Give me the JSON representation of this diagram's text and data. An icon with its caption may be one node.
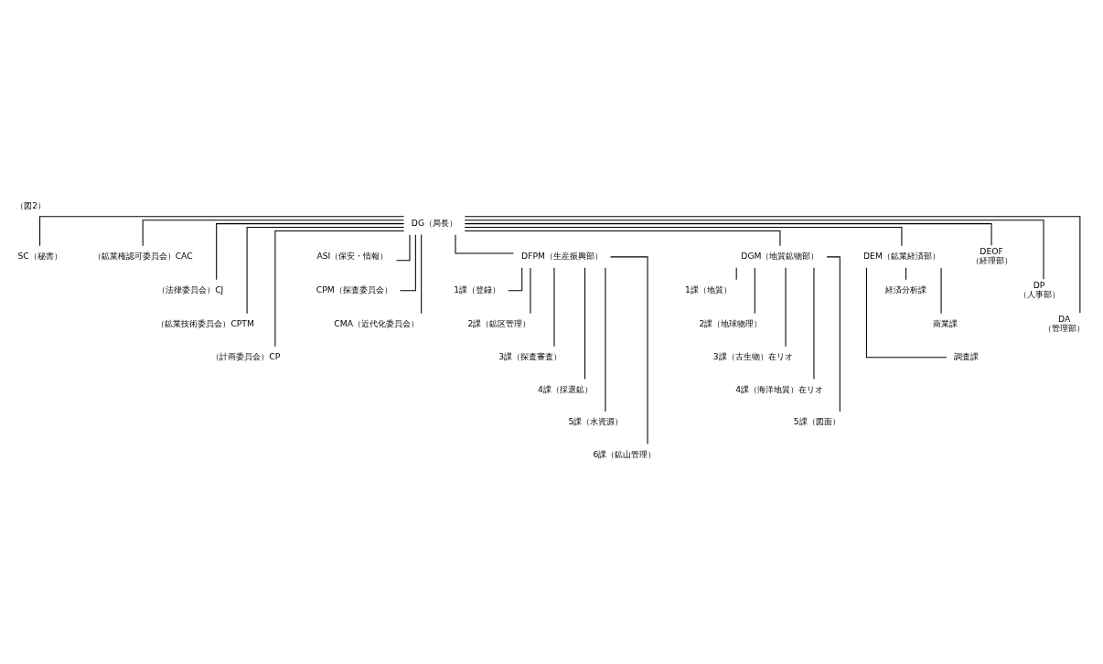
{
  "diagram": {
    "title": "（図2）",
    "nodes": [
      {
        "text": [
          "DG（局長）"
        ]
      },
      {
        "text": [
          "SC（秘書）"
        ]
      },
      {
        "text": [
          "（鉱業権認可委員会）CAC"
        ]
      },
      {
        "text": [
          "（法律委員会）CJ"
        ]
      },
      {
        "text": [
          "（鉱業技術委員会）CPTM"
        ]
      },
      {
        "text": [
          "（計画委員会）CP"
        ]
      },
      {
        "text": [
          "ASI（保安・情報）"
        ]
      },
      {
        "text": [
          "CPM（探査委員会）"
        ]
      },
      {
        "text": [
          "CMA（近代化委員会）"
        ]
      },
      {
        "text": [
          "DFPM（生産振興部）"
        ]
      },
      {
        "text": [
          "1課（登録）"
        ]
      },
      {
        "text": [
          "2課（鉱区管理）"
        ]
      },
      {
        "text": [
          "3課（探査審査）"
        ]
      },
      {
        "text": [
          "4課（採選鉱）"
        ]
      },
      {
        "text": [
          "5課（水資源）"
        ]
      },
      {
        "text": [
          "6課（鉱山管理）"
        ]
      },
      {
        "text": [
          "DGM（地質鉱物部）"
        ]
      },
      {
        "text": [
          "1課（地質）"
        ]
      },
      {
        "text": [
          "2課（地球物理）"
        ]
      },
      {
        "text": [
          "3課（古生物）在リオ"
        ]
      },
      {
        "text": [
          "4課（海洋地質）在リオ"
        ]
      },
      {
        "text": [
          "5課（図面）"
        ]
      },
      {
        "text": [
          "DEM（鉱業経済部）"
        ]
      },
      {
        "text": [
          "経済分析課"
        ]
      },
      {
        "text": [
          "商業課"
        ]
      },
      {
        "text": [
          "調査課"
        ]
      },
      {
        "text": [
          "DEOF",
          "（経理部）"
        ]
      },
      {
        "text": [
          "DP",
          "（人事部）"
        ]
      },
      {
        "text": [
          "DA",
          "（管理部）"
        ]
      }
    ],
    "edges": [
      {
        "from": 0,
        "to": 1,
        "arrow": "none"
      },
      {
        "from": 0,
        "to": 2,
        "arrow": "none"
      },
      {
        "from": 0,
        "to": 3,
        "arrow": "none"
      },
      {
        "from": 0,
        "to": 4,
        "arrow": "none"
      },
      {
        "from": 0,
        "to": 5,
        "arrow": "none"
      },
      {
        "from": 0,
        "to": 6,
        "arrow": "none"
      },
      {
        "from": 0,
        "to": 7,
        "arrow": "none"
      },
      {
        "from": 0,
        "to": 8,
        "arrow": "none"
      },
      {
        "from": 0,
        "to": 9,
        "arrow": "none"
      },
      {
        "from": 0,
        "to": 16,
        "arrow": "none"
      },
      {
        "from": 0,
        "to": 22,
        "arrow": "none"
      },
      {
        "from": 0,
        "to": 26,
        "arrow": "none"
      },
      {
        "from": 0,
        "to": 27,
        "arrow": "none"
      },
      {
        "from": 0,
        "to": 28,
        "arrow": "none"
      },
      {
        "from": 9,
        "to": 10,
        "arrow": "none"
      },
      {
        "from": 9,
        "to": 11,
        "arrow": "none"
      },
      {
        "from": 9,
        "to": 12,
        "arrow": "none"
      },
      {
        "from": 9,
        "to": 13,
        "arrow": "none"
      },
      {
        "from": 9,
        "to": 14,
        "arrow": "none"
      },
      {
        "from": 9,
        "to": 15,
        "arrow": "none"
      },
      {
        "from": 16,
        "to": 17,
        "arrow": "none"
      },
      {
        "from": 16,
        "to": 18,
        "arrow": "none"
      },
      {
        "from": 16,
        "to": 19,
        "arrow": "none"
      },
      {
        "from": 16,
        "to": 20,
        "arrow": "none"
      },
      {
        "from": 16,
        "to": 21,
        "arrow": "none"
      },
      {
        "from": 22,
        "to": 23,
        "arrow": "none"
      },
      {
        "from": 22,
        "to": 24,
        "arrow": "none"
      },
      {
        "from": 22,
        "to": 25,
        "arrow": "none"
      }
    ]
  }
}
